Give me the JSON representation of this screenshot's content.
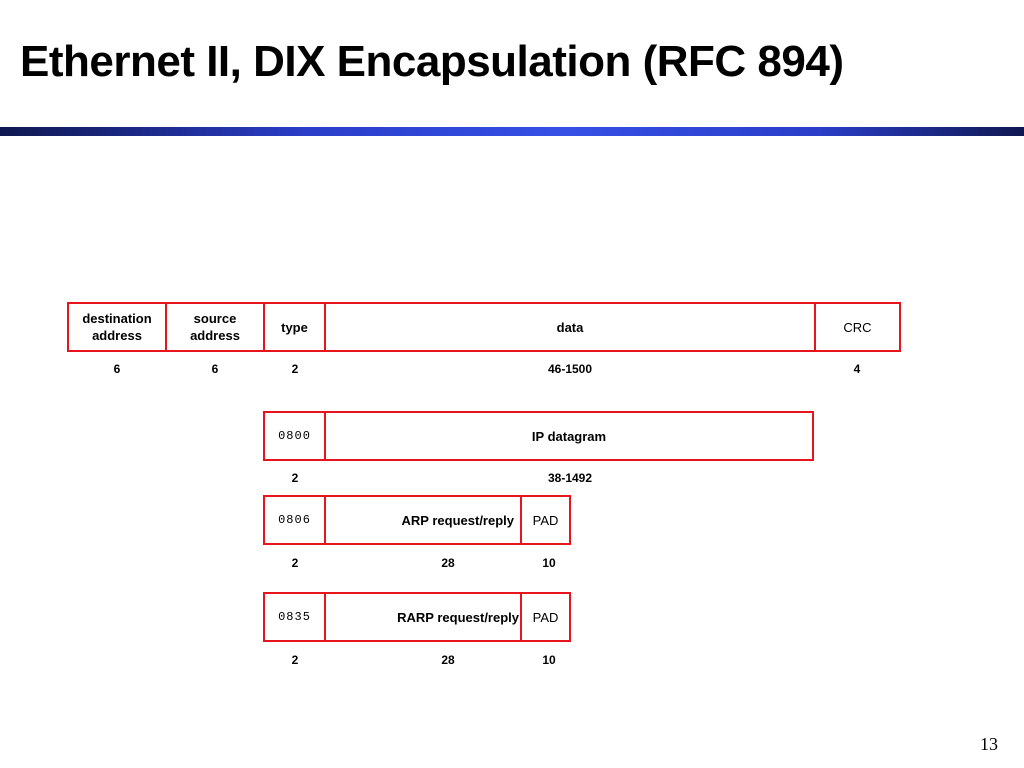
{
  "title": "Ethernet II, DIX Encapsulation (RFC 894)",
  "page_number": "13",
  "accent_color": "#e8141c",
  "frame": {
    "fields": {
      "destination": "destination\naddress",
      "source": "source\naddress",
      "type": "type",
      "data": "data",
      "crc": "CRC"
    },
    "sizes": {
      "destination": "6",
      "source": "6",
      "type": "2",
      "data": "46-1500",
      "crc": "4"
    }
  },
  "ip": {
    "type_code": "0800",
    "payload": "IP datagram",
    "sizes": {
      "type": "2",
      "payload": "38-1492"
    }
  },
  "arp": {
    "type_code": "0806",
    "payload": "ARP request/reply",
    "pad": "PAD",
    "sizes": {
      "type": "2",
      "payload": "28",
      "pad": "10"
    }
  },
  "rarp": {
    "type_code": "0835",
    "payload": "RARP request/reply",
    "pad": "PAD",
    "sizes": {
      "type": "2",
      "payload": "28",
      "pad": "10"
    }
  }
}
